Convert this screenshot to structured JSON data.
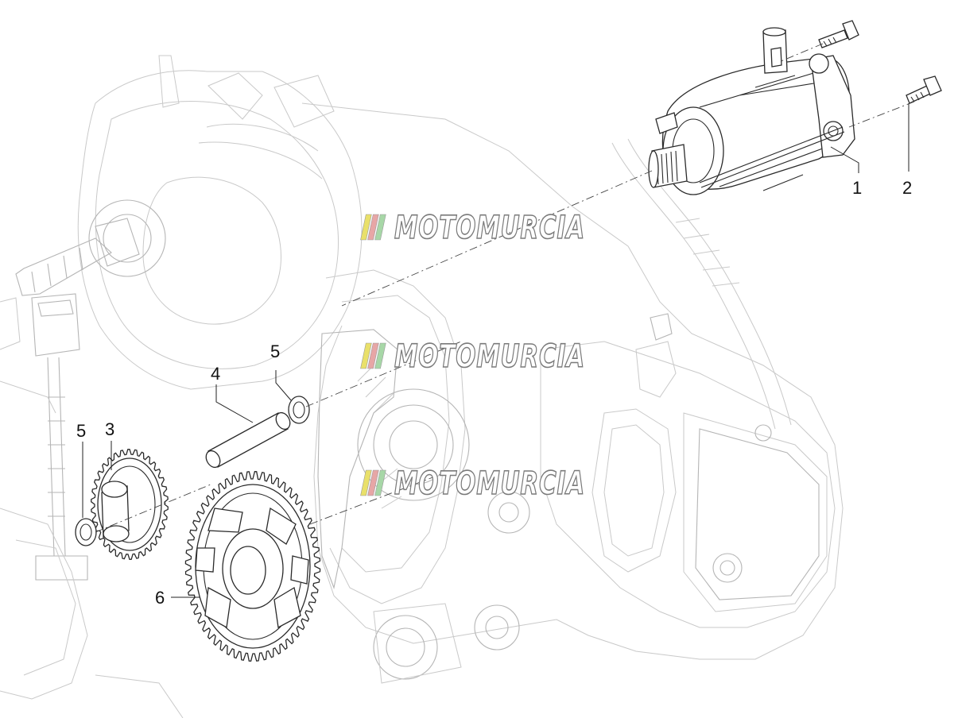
{
  "diagram": {
    "callouts": [
      {
        "id": "1",
        "label": "1"
      },
      {
        "id": "2",
        "label": "2"
      },
      {
        "id": "3",
        "label": "3"
      },
      {
        "id": "4",
        "label": "4"
      },
      {
        "id": "5a",
        "label": "5"
      },
      {
        "id": "5b",
        "label": "5"
      },
      {
        "id": "6",
        "label": "6"
      }
    ],
    "watermark": {
      "text": "MOTOMURCIA",
      "stripe_colors": [
        "#e9e06a",
        "#e7a6a6",
        "#a7d7a7"
      ],
      "repeat_count": 3
    }
  }
}
